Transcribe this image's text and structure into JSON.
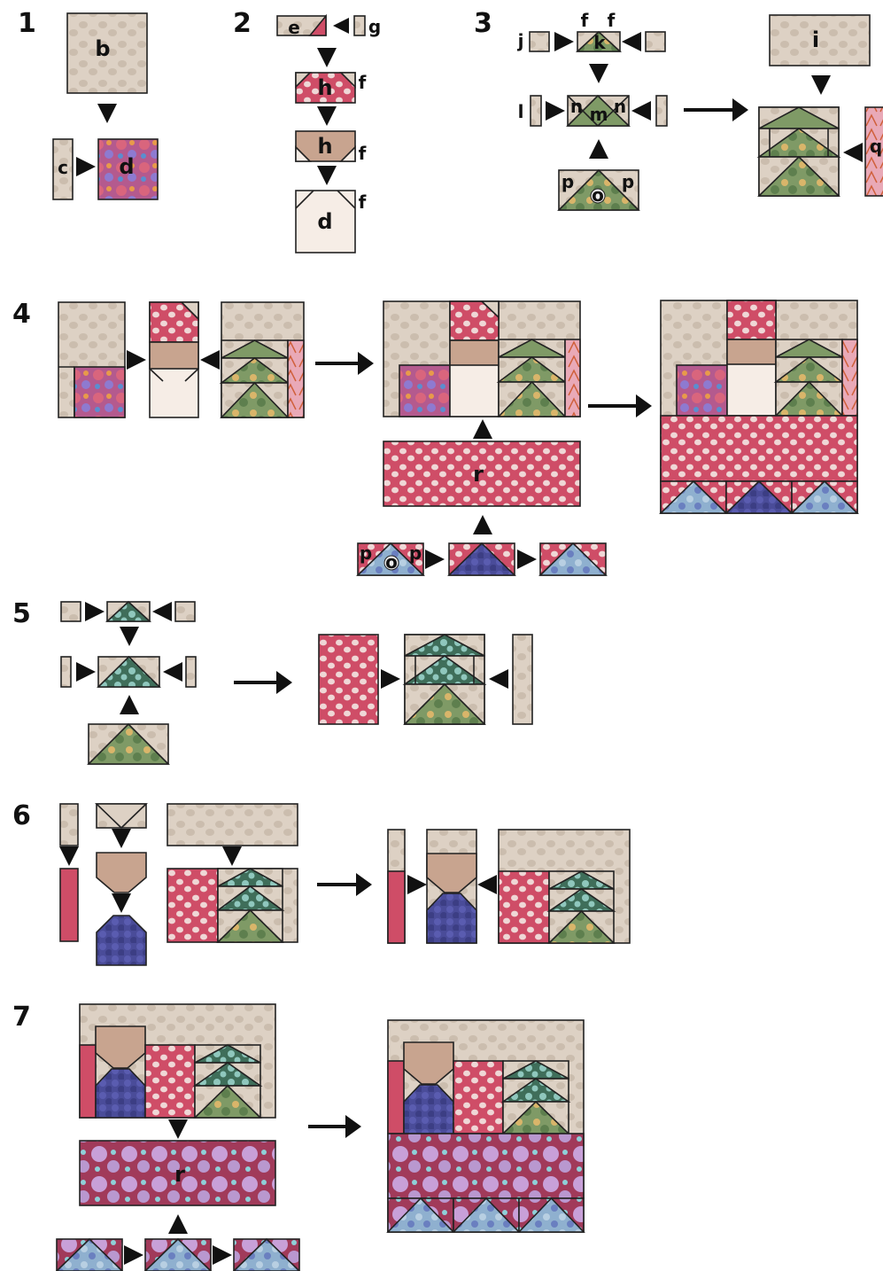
{
  "steps": [
    {
      "number": "1",
      "labels": [
        "b",
        "c",
        "d"
      ]
    },
    {
      "number": "2",
      "labels": [
        "e",
        "g",
        "h",
        "f",
        "h",
        "f",
        "d",
        "f"
      ]
    },
    {
      "number": "3",
      "labels": [
        "f",
        "f",
        "j",
        "k",
        "l",
        "n",
        "m",
        "n",
        "p",
        "o",
        "p",
        "i",
        "q"
      ]
    },
    {
      "number": "4",
      "labels": [
        "r",
        "p",
        "o",
        "p"
      ]
    },
    {
      "number": "5",
      "labels": []
    },
    {
      "number": "6",
      "labels": []
    },
    {
      "number": "7",
      "labels": [
        "r"
      ]
    }
  ],
  "colors": {
    "beige": "#ddd1c4",
    "beige_spot": "#cbbdae",
    "cream": "#f6ede6",
    "tan": "#c8a48f",
    "raspberry": "#cf4d67",
    "raspberry_spot": "#efd7d6",
    "plum": "#a13a5a",
    "lilac": "#b998cf",
    "sage": "#7f9a66",
    "teal_green": "#6fa79a",
    "sky": "#a8c6d8",
    "navy": "#4a4c99",
    "pink": "#e9a9b7",
    "outline": "#222222"
  }
}
